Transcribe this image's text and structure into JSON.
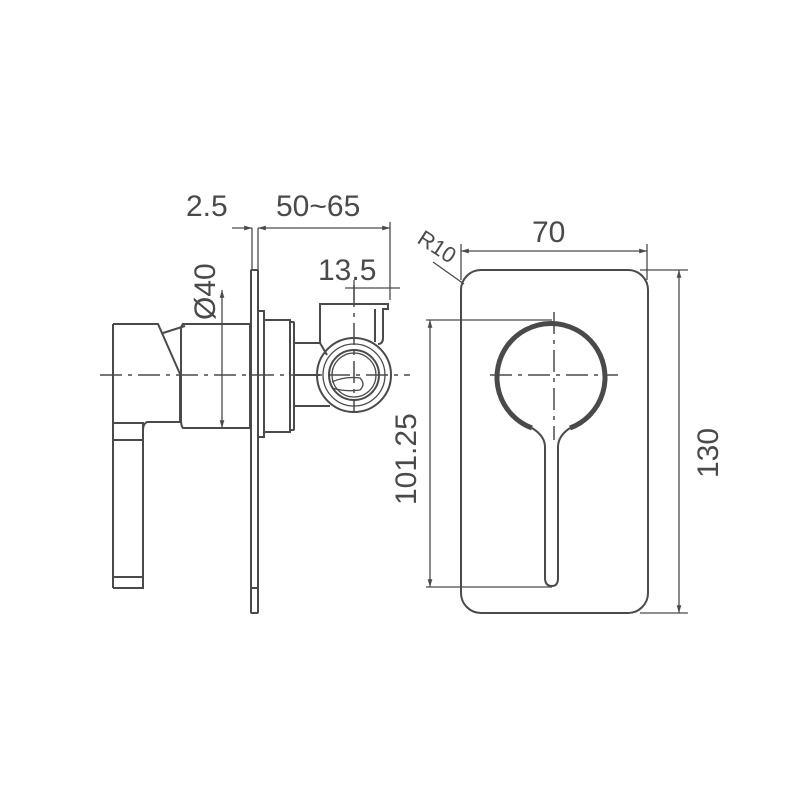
{
  "drawing": {
    "title": "Shower mixer technical dimension drawing",
    "line_color": "#4a4a4a",
    "background": "#ffffff"
  },
  "side_view": {
    "dimensions": {
      "plate_thickness": "2.5",
      "body_depth": "50~65",
      "outlet_offset": "13.5",
      "body_diameter": "Ø40"
    }
  },
  "front_view": {
    "dimensions": {
      "corner_radius": "R10",
      "width": "70",
      "height": "130",
      "handle_length": "101.25"
    }
  }
}
